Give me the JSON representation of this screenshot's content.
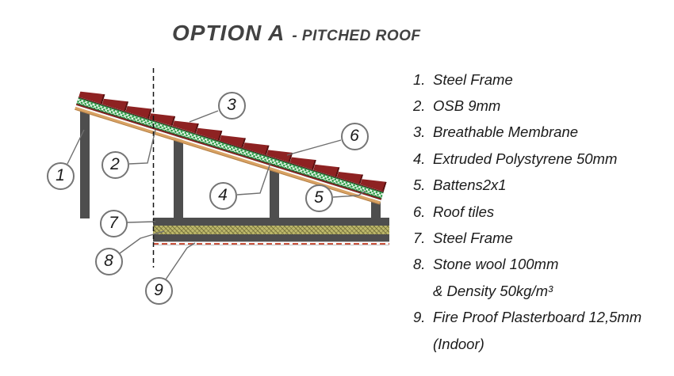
{
  "title": {
    "main": "OPTION A",
    "sub": "- PITCHED ROOF"
  },
  "legend": {
    "items": [
      {
        "num": "1.",
        "label": "Steel Frame"
      },
      {
        "num": "2.",
        "label": "OSB 9mm"
      },
      {
        "num": "3.",
        "label": "Breathable Membrane"
      },
      {
        "num": "4.",
        "label": "Extruded Polystyrene 50mm"
      },
      {
        "num": "5.",
        "label": "Battens2x1"
      },
      {
        "num": "6.",
        "label": "Roof tiles"
      },
      {
        "num": "7.",
        "label": "Steel Frame"
      },
      {
        "num": "8.",
        "label": "Stone wool 100mm",
        "label2": "& Density 50kg/m³"
      },
      {
        "num": "9.",
        "label": "Fire Proof Plasterboard 12,5mm",
        "label2": "(Indoor)"
      }
    ]
  },
  "callouts": [
    "1",
    "2",
    "3",
    "4",
    "5",
    "6",
    "7",
    "8",
    "9"
  ],
  "figure": {
    "tile_count": 13
  },
  "colors": {
    "steel": "#4e4e4e",
    "tile": "#8e2222",
    "tile-dark": "#581010",
    "membrane": "#33a04c",
    "membrane-dark": "#1e7334",
    "osb": "#d9a263",
    "osb-dark": "#b5824a",
    "maroon": "#7c1d1d",
    "wool": "#bdb86b",
    "board-dash": "#c9503a",
    "leader": "#6e6e6e",
    "cut": "#141414",
    "circle-stroke": "#757575",
    "text": "#1b1b1b",
    "title": "#424242"
  }
}
